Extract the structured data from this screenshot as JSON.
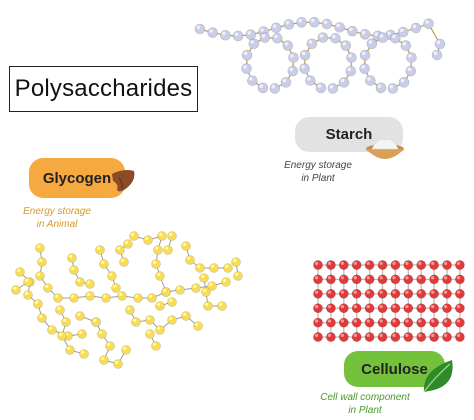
{
  "title": "Polysaccharides",
  "starch": {
    "label": "Starch",
    "caption_line1": "Energy storage",
    "caption_line2": "in Plant"
  },
  "glycogen": {
    "label": "Glycogen",
    "caption_line1": "Energy storage",
    "caption_line2": "in Animal"
  },
  "cellulose": {
    "label": "Cellulose",
    "caption_line1": "Cell wall component",
    "caption_line2": "in Plant"
  },
  "colors": {
    "starch_bead": "#c9cde6",
    "starch_link": "#c89a4a",
    "glycogen_bead": "#f7dd55",
    "glycogen_link": "#9aa0a6",
    "cellulose_bead": "#e03a3a",
    "cellulose_link": "#c0c0c0",
    "glycogen_pill": "#f5a940",
    "cellulose_pill": "#74c23c",
    "starch_pill": "#e2e2e2"
  },
  "icons": {
    "starch": "flour-bowl-icon",
    "glycogen": "liver-icon",
    "cellulose": "leaf-icon"
  }
}
